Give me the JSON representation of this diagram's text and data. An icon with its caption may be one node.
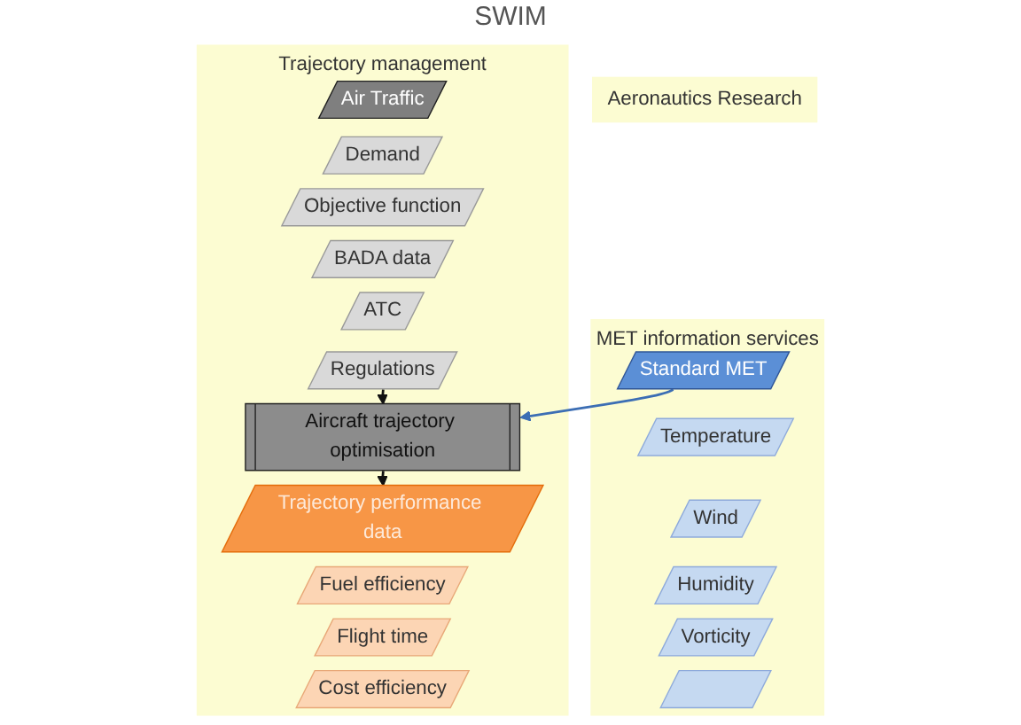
{
  "diagram": {
    "nodes": [
      {
        "text": [
          "Aeronautics Research"
        ]
      },
      {
        "text": [
          "MET information services"
        ]
      },
      {
        "text": [
          "Standard MET"
        ],
        "in": 1
      },
      {
        "text": [
          "Temperature"
        ],
        "in": 1
      },
      {
        "text": [
          "Wind"
        ],
        "in": 1
      },
      {
        "text": [
          "Humidity"
        ],
        "in": 1
      },
      {
        "text": [
          "Vorticity"
        ],
        "in": 1
      },
      {
        "text": [],
        "shape": "parallelogram",
        "in": 1
      },
      {
        "text": [
          "Trajectory management"
        ]
      },
      {
        "text": [
          "Air Traffic"
        ],
        "in": 8
      },
      {
        "text": [
          "Demand"
        ],
        "in": 8
      },
      {
        "text": [
          "Objective function"
        ],
        "in": 8
      },
      {
        "text": [
          "BADA data"
        ],
        "in": 8
      },
      {
        "text": [
          "ATC"
        ],
        "in": 8
      },
      {
        "text": [
          "Regulations"
        ],
        "in": 8
      },
      {
        "text": [
          "Aircraft trajectory optimisation"
        ],
        "in": 8
      },
      {
        "text": [
          "Trajectory performance data"
        ],
        "in": 8
      },
      {
        "text": [
          "Fuel efficiency"
        ],
        "in": 8
      },
      {
        "text": [
          "Flight time"
        ],
        "in": 8
      },
      {
        "text": [
          "Cost efficiency"
        ],
        "in": 8
      }
    ],
    "edges": [
      {
        "from": 2,
        "to": 15,
        "arrow": "to",
        "color": "#3c6eb4"
      },
      {
        "from": 14,
        "to": 15,
        "arrow": "to"
      },
      {
        "from": 15,
        "to": 16,
        "arrow": "to"
      }
    ],
    "labels": [
      "SWIM"
    ]
  }
}
